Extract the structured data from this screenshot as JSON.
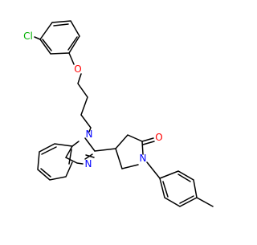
{
  "molecule": {
    "bond_color": "#000000",
    "atom_colors": {
      "Cl": "#00b000",
      "O": "#ff0000",
      "N": "#0000ff",
      "C": "#000000"
    },
    "labels": {
      "chlorine": "Cl",
      "ether_oxygen": "O",
      "imidazole_n1": "N",
      "imidazole_n3": "N",
      "carbonyl_oxygen": "O",
      "lactam_n": "N"
    }
  }
}
